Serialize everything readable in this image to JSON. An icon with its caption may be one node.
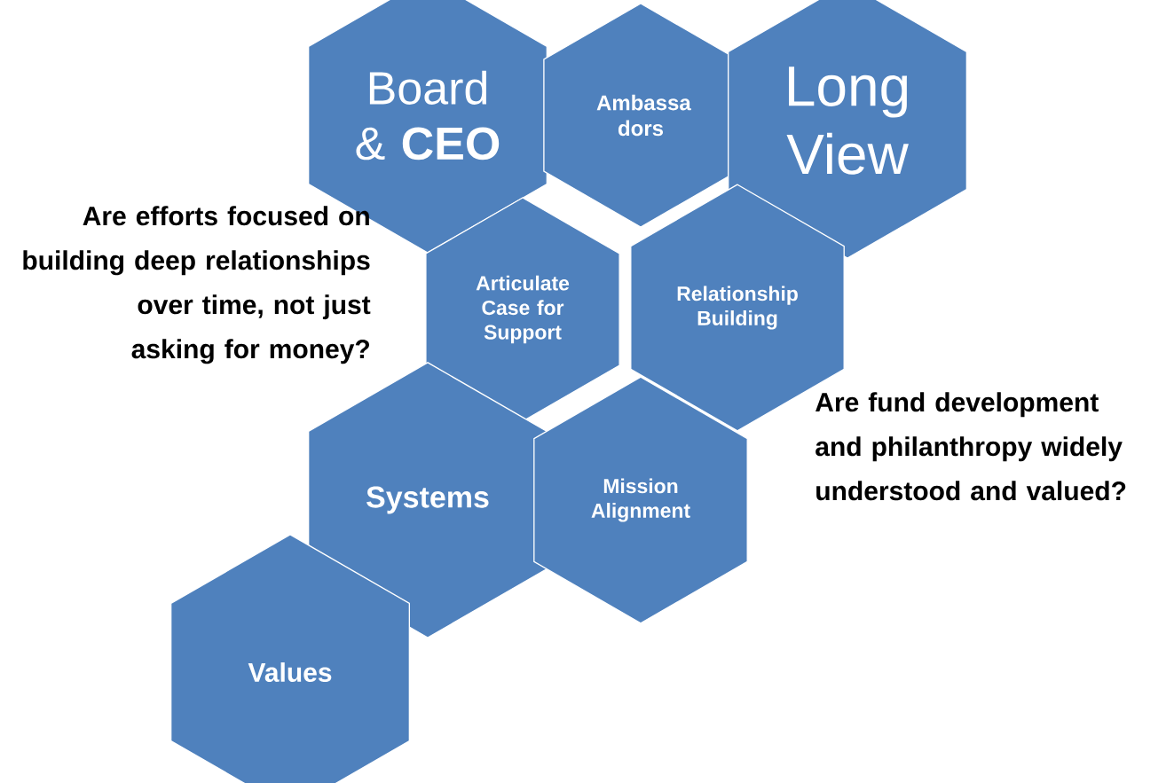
{
  "diagram": {
    "nodes": [
      {
        "text": [
          "Board & **CEO**"
        ]
      },
      {
        "text": [
          "Ambassa dors"
        ]
      },
      {
        "text": [
          "Long View"
        ]
      },
      {
        "text": [
          "Articulate Case for Support"
        ]
      },
      {
        "text": [
          "Relationship Building"
        ]
      },
      {
        "text": [
          "Systems"
        ]
      },
      {
        "text": [
          "Mission Alignment"
        ]
      },
      {
        "text": [
          "Values"
        ]
      }
    ],
    "labels": [
      "Are efforts focused on building deep relationships over time, not just asking for money?",
      "Are fund development and philanthropy widely understood and valued?"
    ]
  }
}
